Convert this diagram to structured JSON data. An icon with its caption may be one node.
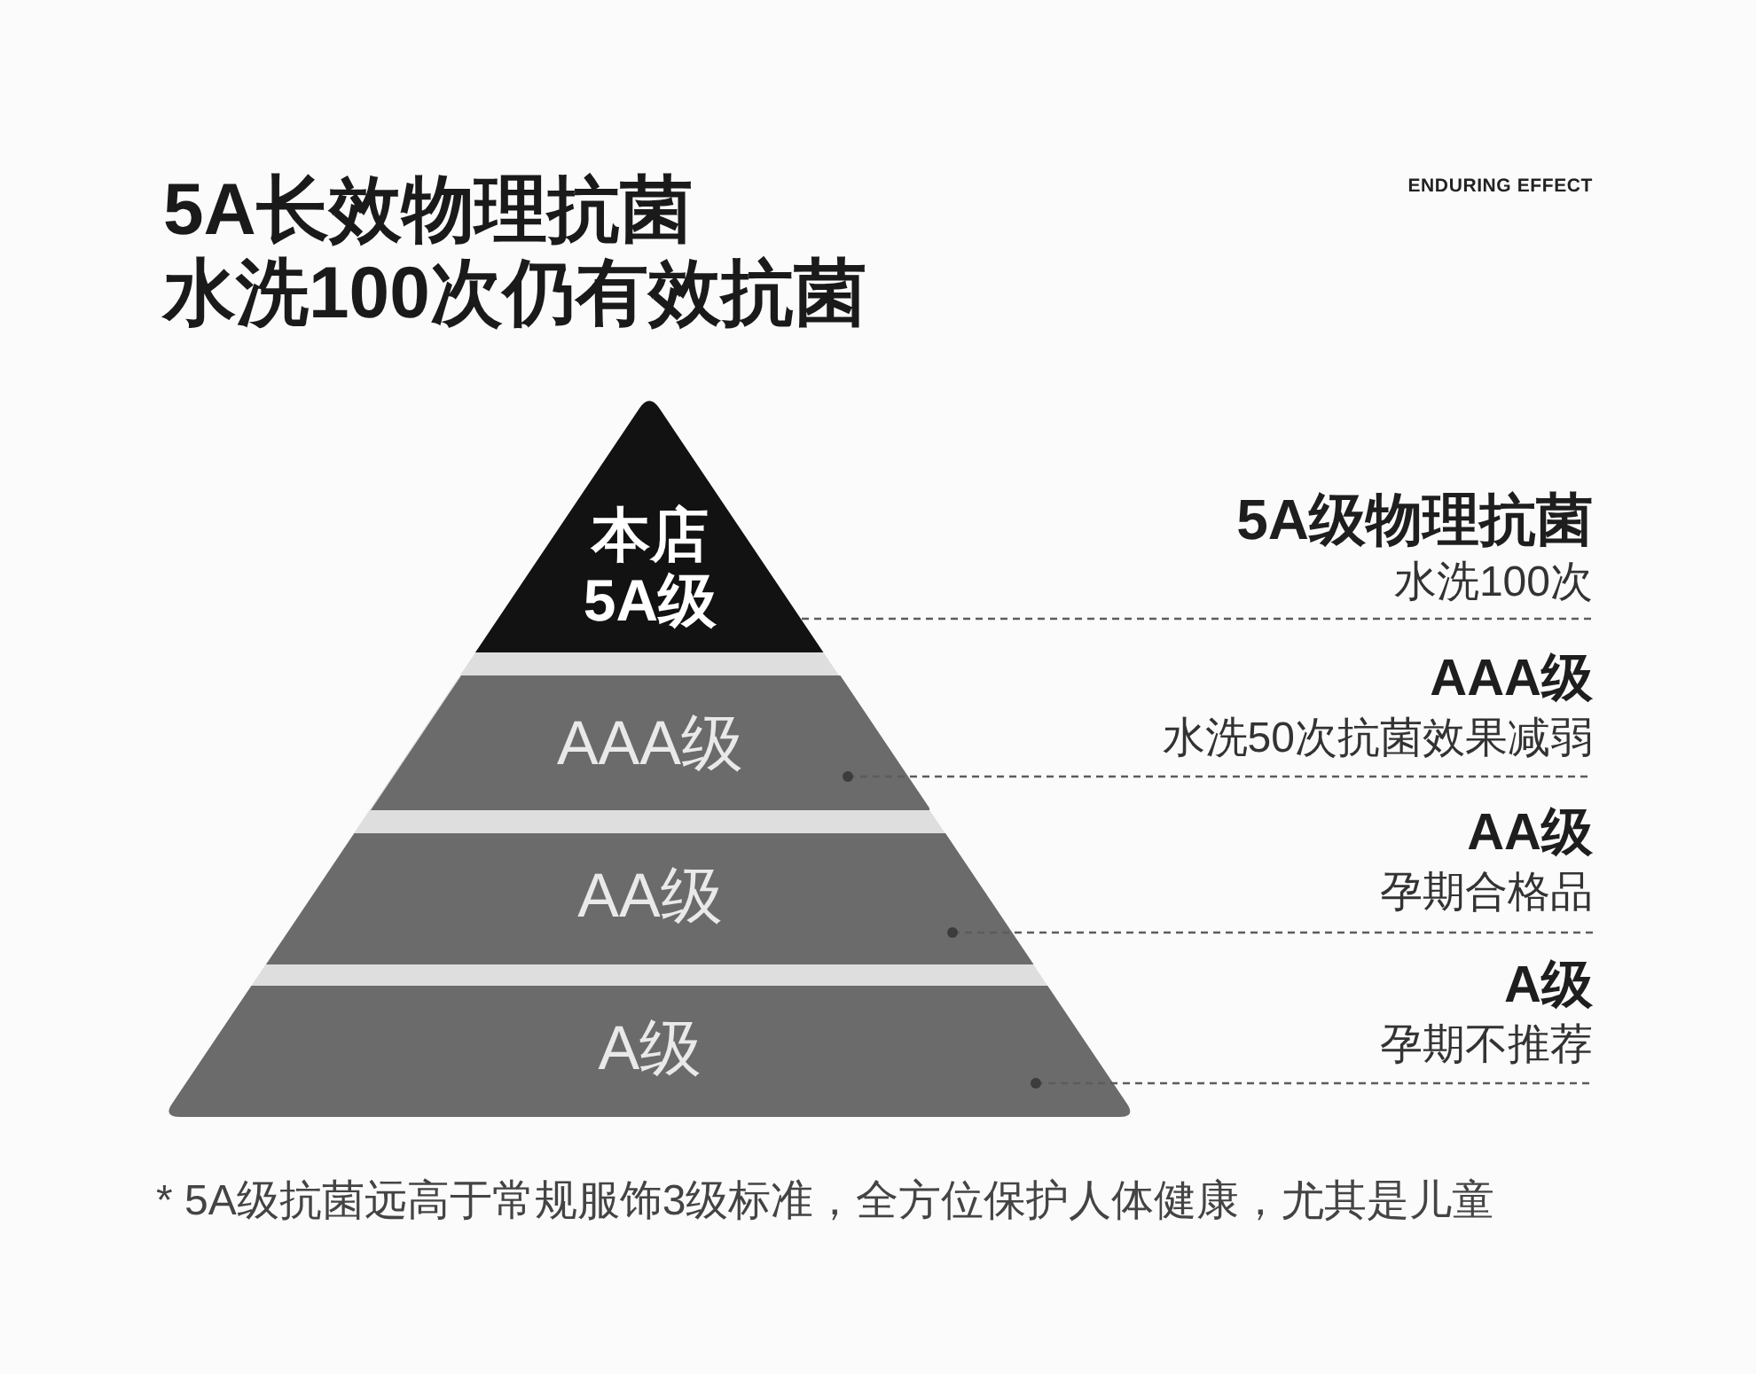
{
  "diagram": {
    "title": "5A长效物理抗菌",
    "nodes": [
      {
        "text": [
          "本店5A级"
        ]
      },
      {
        "text": [
          "AAA级"
        ]
      },
      {
        "text": [
          "AA级"
        ]
      },
      {
        "text": [
          "A级"
        ]
      },
      {
        "text": [
          "5A级物理抗菌",
          "水洗100次"
        ]
      },
      {
        "text": [
          "AAA级",
          "水洗50次抗菌效果减弱"
        ]
      },
      {
        "text": [
          "AA级",
          "孕期合格品"
        ]
      },
      {
        "text": [
          "A级",
          "孕期不推荐"
        ]
      }
    ],
    "edges": [
      {
        "from": 0,
        "to": 4,
        "arrow": "none",
        "style": "dashed"
      },
      {
        "from": 1,
        "to": 5,
        "arrow": "other",
        "style": "dashed"
      },
      {
        "from": 2,
        "to": 6,
        "arrow": "other",
        "style": "dashed"
      },
      {
        "from": 3,
        "to": 7,
        "arrow": "other",
        "style": "dashed"
      }
    ],
    "labels": [
      "ENDURING EFFECT",
      "水洗100次仍有效抗菌",
      "* 5A级抗菌远高于常规服饰3级标准，全方位保护人体健康，尤其是儿童"
    ]
  }
}
